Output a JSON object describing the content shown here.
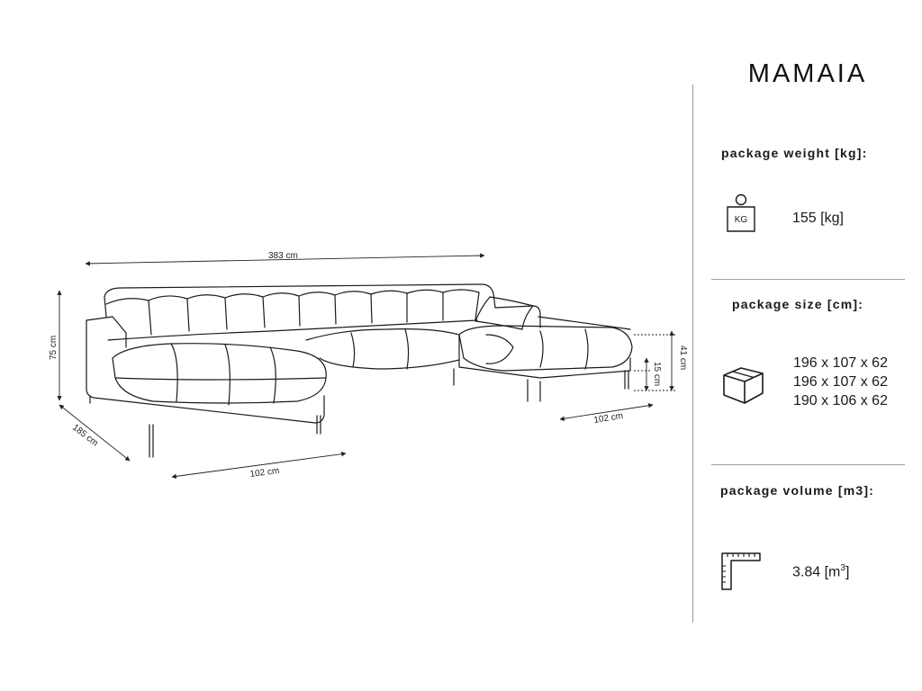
{
  "product": {
    "name": "MAMAIA"
  },
  "dimensions": {
    "width_total": "383 cm",
    "height": "75 cm",
    "depth": "185 cm",
    "chaise_left_width": "102 cm",
    "chaise_right_width": "102 cm",
    "seat_height": "41 cm",
    "leg_height": "15 cm"
  },
  "weight": {
    "heading": "package weight [kg]:",
    "icon_label": "KG",
    "value": "155 [kg]"
  },
  "size": {
    "heading": "package size [cm]:",
    "packages": [
      "196 x 107 x 62",
      "196 x 107 x 62",
      "190 x 106 x 62"
    ]
  },
  "volume": {
    "heading": "package volume [m3]:",
    "number": "3.84",
    "unit_open": "[m",
    "unit_sup": "3",
    "unit_close": "]"
  },
  "colors": {
    "line": "#1a1a1a",
    "separator": "#a0a0a0"
  },
  "icons": {
    "weight": "weight-kg-icon",
    "size": "box-icon",
    "volume": "ruler-icon"
  }
}
